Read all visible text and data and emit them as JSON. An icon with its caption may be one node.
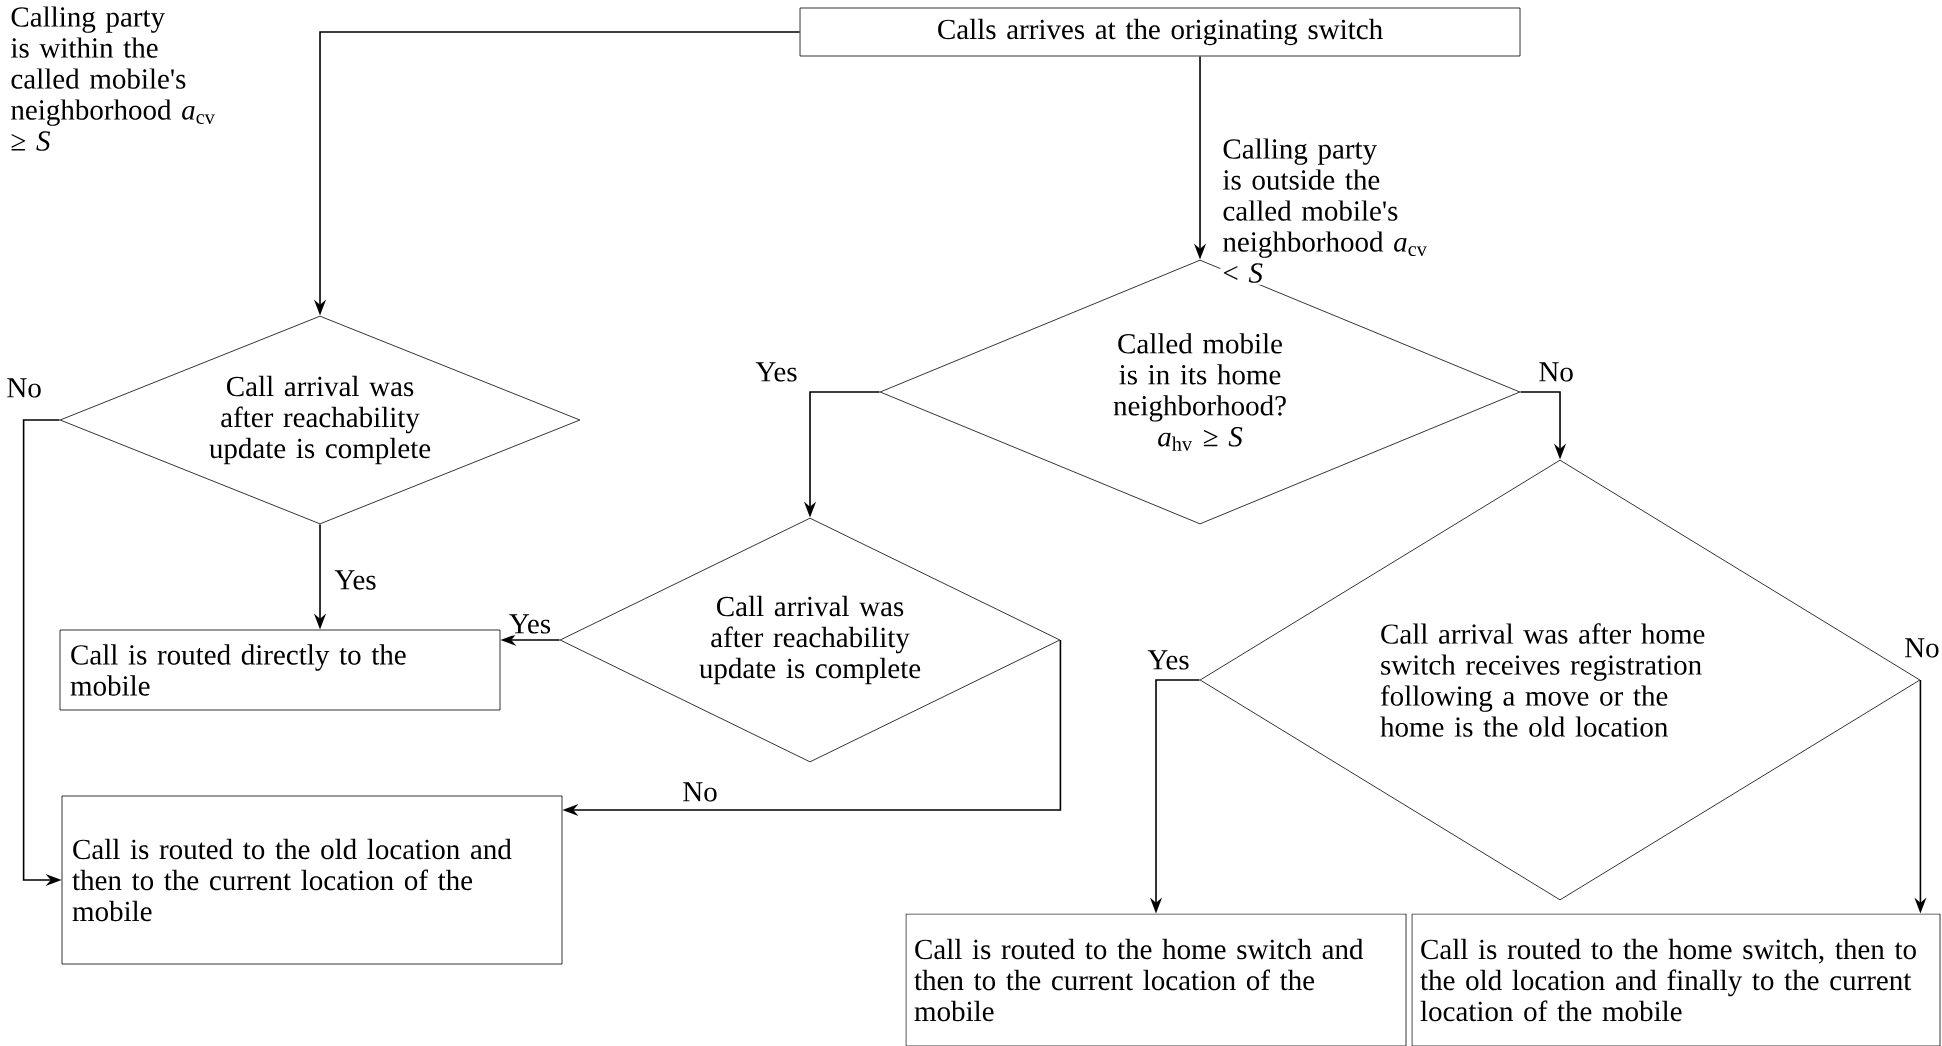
{
  "diagram": {
    "nodes": [
      {
        "text": [
          "Calls arrives at the originating switch"
        ]
      },
      {
        "text": [
          "Call arrival was after reachability update is complete"
        ]
      },
      {
        "text": [
          "Called mobile is in its home neighborhood?",
          "*a*$_{hv}$ ≥ *S*"
        ]
      },
      {
        "text": [
          "Call arrival was after reachability update is complete"
        ]
      },
      {
        "text": [
          "Call arrival was after home switch receives registration following a move or the home is the old location"
        ]
      },
      {
        "text": [
          "Call is routed directly to the mobile"
        ]
      },
      {
        "text": [
          "Call is routed to the old location and then to the current location of the mobile"
        ]
      },
      {
        "text": [
          "Call is routed to the home switch and then to the current location of the mobile"
        ]
      },
      {
        "text": [
          "Call is routed to the home switch, then to the old location and finally to the current location of the mobile"
        ]
      }
    ],
    "edges": [
      {
        "from": 0,
        "to": 1,
        "arrow": "to",
        "label": "Calling party is within the called mobile's neighborhood *a*$_{cv}$ ≥ *S*"
      },
      {
        "from": 0,
        "to": 2,
        "arrow": "to",
        "label": "Calling party is outside the called mobile's neighborhood *a*$_{cv}$ < *S*"
      },
      {
        "from": 1,
        "to": 5,
        "arrow": "to",
        "label": "Yes"
      },
      {
        "from": 1,
        "to": 6,
        "arrow": "to",
        "label": "No"
      },
      {
        "from": 2,
        "to": 3,
        "arrow": "to",
        "label": "Yes"
      },
      {
        "from": 2,
        "to": 4,
        "arrow": "to",
        "label": "No"
      },
      {
        "from": 3,
        "to": 5,
        "arrow": "to",
        "label": "Yes"
      },
      {
        "from": 3,
        "to": 6,
        "arrow": "to",
        "label": "No"
      },
      {
        "from": 4,
        "to": 7,
        "arrow": "to",
        "label": "Yes"
      },
      {
        "from": 4,
        "to": 8,
        "arrow": "to",
        "label": "No"
      }
    ]
  }
}
